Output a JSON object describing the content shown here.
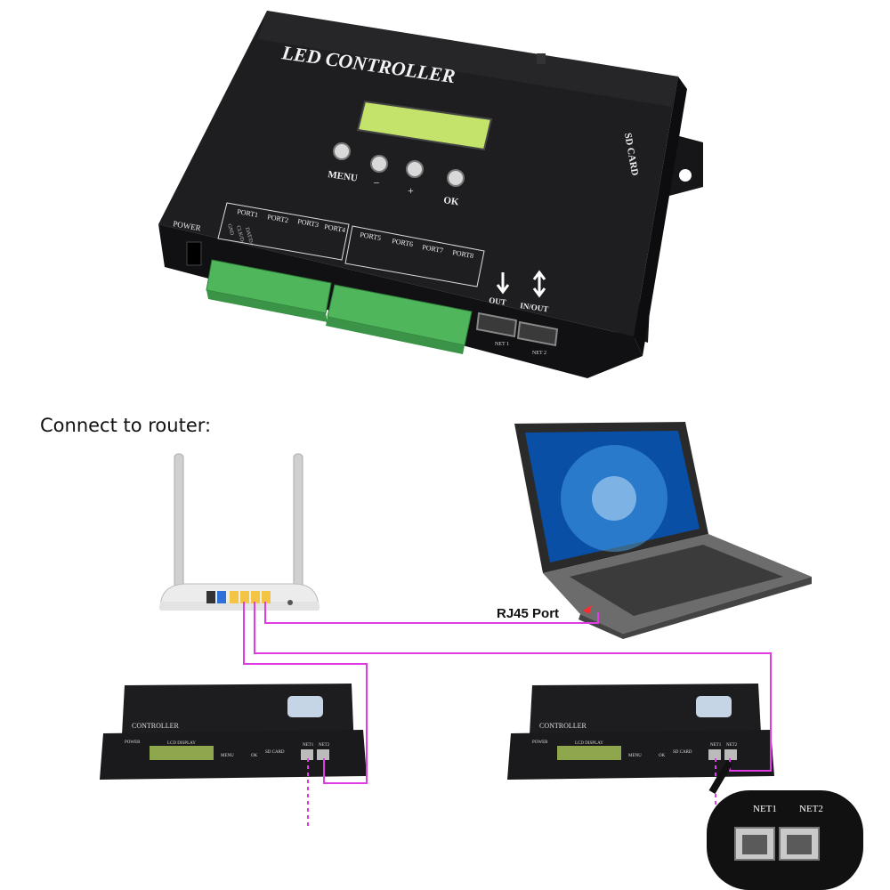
{
  "controller": {
    "title": "LED CONTROLLER",
    "buttons": [
      "MENU",
      "–",
      "+",
      "OK"
    ],
    "side_label": "SD CARD",
    "power_label": "POWER",
    "ports_top": [
      "PORT1",
      "PORT2",
      "PORT3",
      "PORT4"
    ],
    "ports_bottom": [
      "PORT5",
      "PORT6",
      "PORT7",
      "PORT8"
    ],
    "pin_labels": [
      "GND",
      "CLK/D-",
      "DAT/D+"
    ],
    "out_label": "OUT",
    "inout_label": "IN/OUT",
    "net1_label": "NET 1",
    "net2_label": "NET 2"
  },
  "diagram": {
    "caption": "Connect to router:",
    "rj45_label": "RJ45 Port",
    "small_unit_label": "CONTROLLER",
    "small_lcd_label": "LCD DISPLAY",
    "small_sd_label": "SD CARD",
    "small_power_label": "POWER",
    "small_menu_label": "MENU",
    "small_ok_label": "OK",
    "small_net1": "NET1",
    "small_net2": "NET2",
    "zoom_net1": "NET1",
    "zoom_net2": "NET2",
    "cable_color": "#ff00ff"
  },
  "colors": {
    "device_body": "#1c1c1e",
    "lcd": "#c4e36a",
    "terminal": "#52b85e",
    "cable": "#e13be6"
  }
}
